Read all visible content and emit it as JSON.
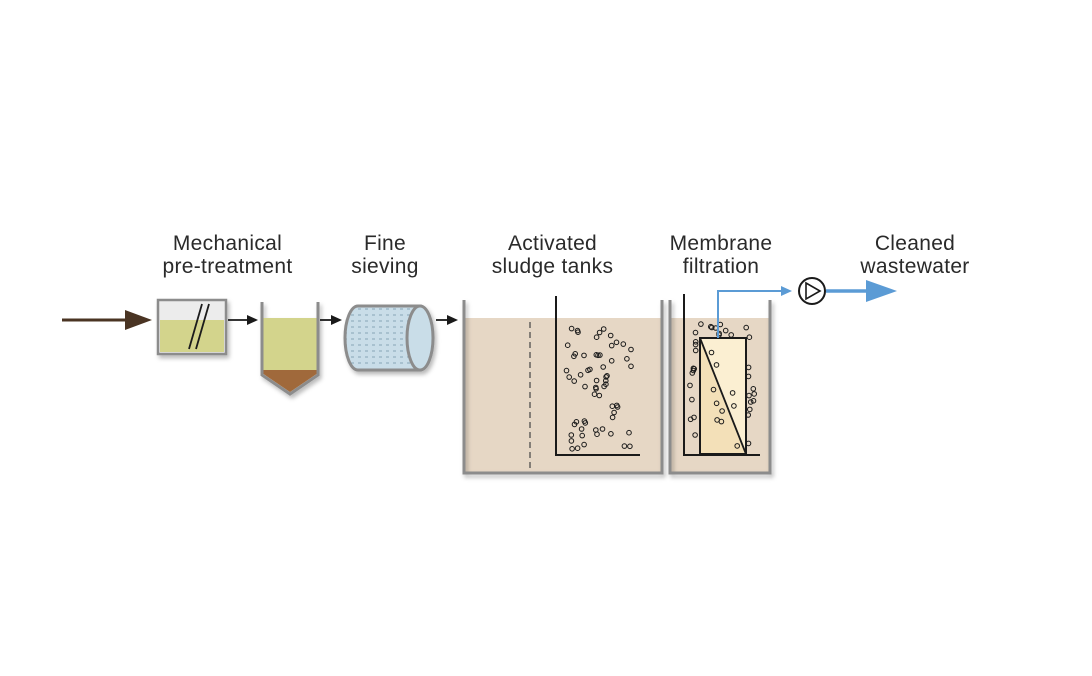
{
  "stages": [
    {
      "key": "mechanical",
      "line1": "Mechanical",
      "line2": "pre-treatment"
    },
    {
      "key": "sieving",
      "line1": "Fine",
      "line2": "sieving"
    },
    {
      "key": "activated",
      "line1": "Activated",
      "line2": "sludge tanks"
    },
    {
      "key": "membrane",
      "line1": "Membrane",
      "line2": "filtration"
    },
    {
      "key": "cleaned",
      "line1": "Cleaned",
      "line2": "wastewater"
    }
  ],
  "colors": {
    "influent_arrow": "#4a3423",
    "effluent_arrow": "#5b9bd5",
    "tank_fill": "#e6d7c5",
    "tank_wall": "#8c8c8c",
    "pre_treatment_liquid": "#d3d48c",
    "settled_sludge": "#a0693a",
    "sieve_drum": "#c9dde8",
    "membrane_module": "#fbefd2",
    "line": "#1a1a1a"
  },
  "icons": [
    "influent-arrow-icon",
    "bar-screen-icon",
    "sedimentation-tank-icon",
    "drum-sieve-icon",
    "pump-icon",
    "effluent-arrow-icon"
  ]
}
